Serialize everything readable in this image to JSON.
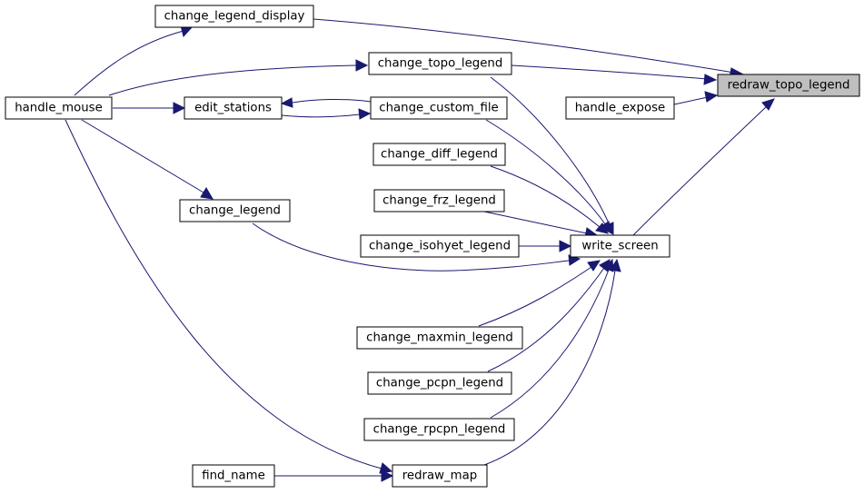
{
  "graph": {
    "focus_node": "redraw_topo_legend",
    "edge_color": "#191970",
    "nodes": {
      "redraw_topo_legend": "redraw_topo_legend",
      "change_legend_display": "change_legend_display",
      "change_topo_legend": "change_topo_legend",
      "handle_expose": "handle_expose",
      "write_screen": "write_screen",
      "handle_mouse": "handle_mouse",
      "edit_stations": "edit_stations",
      "change_custom_file": "change_custom_file",
      "change_diff_legend": "change_diff_legend",
      "change_frz_legend": "change_frz_legend",
      "change_legend": "change_legend",
      "change_isohyet_legend": "change_isohyet_legend",
      "change_maxmin_legend": "change_maxmin_legend",
      "change_pcpn_legend": "change_pcpn_legend",
      "change_rpcpn_legend": "change_rpcpn_legend",
      "redraw_map": "redraw_map",
      "find_name": "find_name"
    }
  }
}
